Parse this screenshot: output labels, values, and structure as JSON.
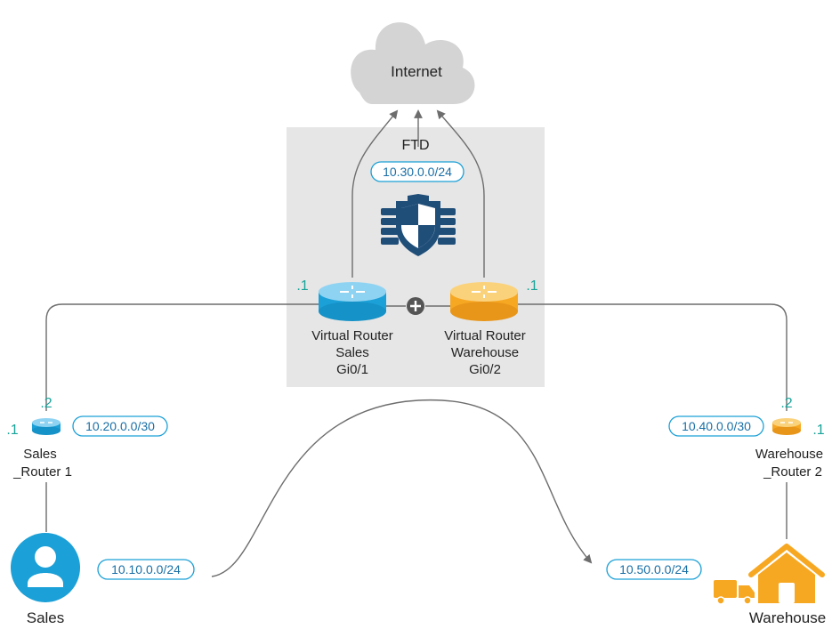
{
  "internet": {
    "label": "Internet"
  },
  "ftd": {
    "label": "FTD",
    "subnet": "10.30.0.0/24",
    "vr_sales": {
      "line1": "Virtual Router",
      "line2": "Sales",
      "iface": "Gi0/1",
      "ip_suffix": ".1"
    },
    "vr_warehouse": {
      "line1": "Virtual Router",
      "line2": "Warehouse",
      "iface": "Gi0/2",
      "ip_suffix": ".1"
    }
  },
  "sales_router": {
    "line1": "Sales",
    "line2": "_Router 1",
    "upper_suffix": ".2",
    "left_suffix": ".1",
    "subnet": "10.20.0.0/30"
  },
  "warehouse_router": {
    "line1": "Warehouse",
    "line2": "_Router 2",
    "upper_suffix": ".2",
    "right_suffix": ".1",
    "subnet": "10.40.0.0/30"
  },
  "sales": {
    "label": "Sales",
    "subnet": "10.10.0.0/24"
  },
  "warehouse": {
    "label": "Warehouse",
    "subnet": "10.50.0.0/24"
  },
  "colors": {
    "sales_blue": "#1ba0d7",
    "warehouse_orange": "#f7a823",
    "ip_green": "#1aa39a",
    "ftd_dark": "#1f4e79",
    "box_gray": "#e6e6e6",
    "cloud_gray": "#d4d4d4",
    "line_gray": "#6d6d6d"
  }
}
